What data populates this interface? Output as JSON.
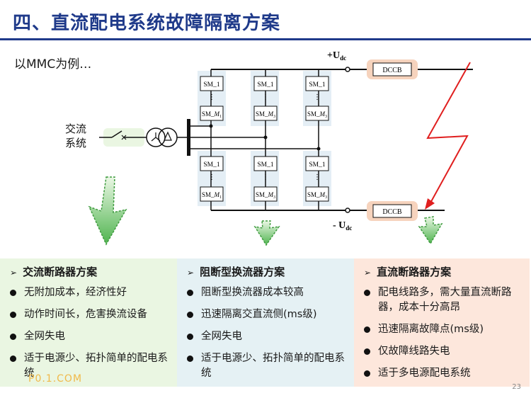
{
  "slide": {
    "title": "四、直流配电系统故障隔离方案",
    "subtitle": "以MMC为例…",
    "page_number": "23",
    "watermark": "P0.1.COM"
  },
  "diagram": {
    "ac_label_1": "交流",
    "ac_label_2": "系统",
    "pos_rail": "+U",
    "pos_rail_sub": "dc",
    "neg_rail": "- U",
    "neg_rail_sub": "dc",
    "breaker_label": "DCCB",
    "sm_first": "SM_1",
    "sm_last": "SM_",
    "sm_last_italic": "M",
    "sm_last_sub": "1",
    "sm_last_sub_alt": "3",
    "dots": "⋮"
  },
  "panels": [
    {
      "heading": "交流断路器方案",
      "items": [
        "无附加成本，经济性好",
        "动作时间长，危害换流设备",
        "全网失电",
        "适于电源少、拓扑简单的配电系统"
      ]
    },
    {
      "heading": "阻断型换流器方案",
      "items": [
        "阻断型换流器成本较高",
        "迅速隔离交直流侧(ms级)",
        "全网失电",
        "适于电源少、拓扑简单的配电系统"
      ]
    },
    {
      "heading": "直流断路器方案",
      "items": [
        "配电线路多，需大量直流断路器，成本十分高昂",
        "迅速隔离故障点(ms级)",
        "仅故障线路失电",
        "适于多电源配电系统"
      ]
    }
  ],
  "colors": {
    "title": "#1f3a8a",
    "panel_ac": "#eaf6e2",
    "panel_block": "#e5f1f4",
    "panel_dc": "#fde7dc",
    "fault_arrow": "#e01f1f",
    "green_arrow": "#5cb85c"
  }
}
